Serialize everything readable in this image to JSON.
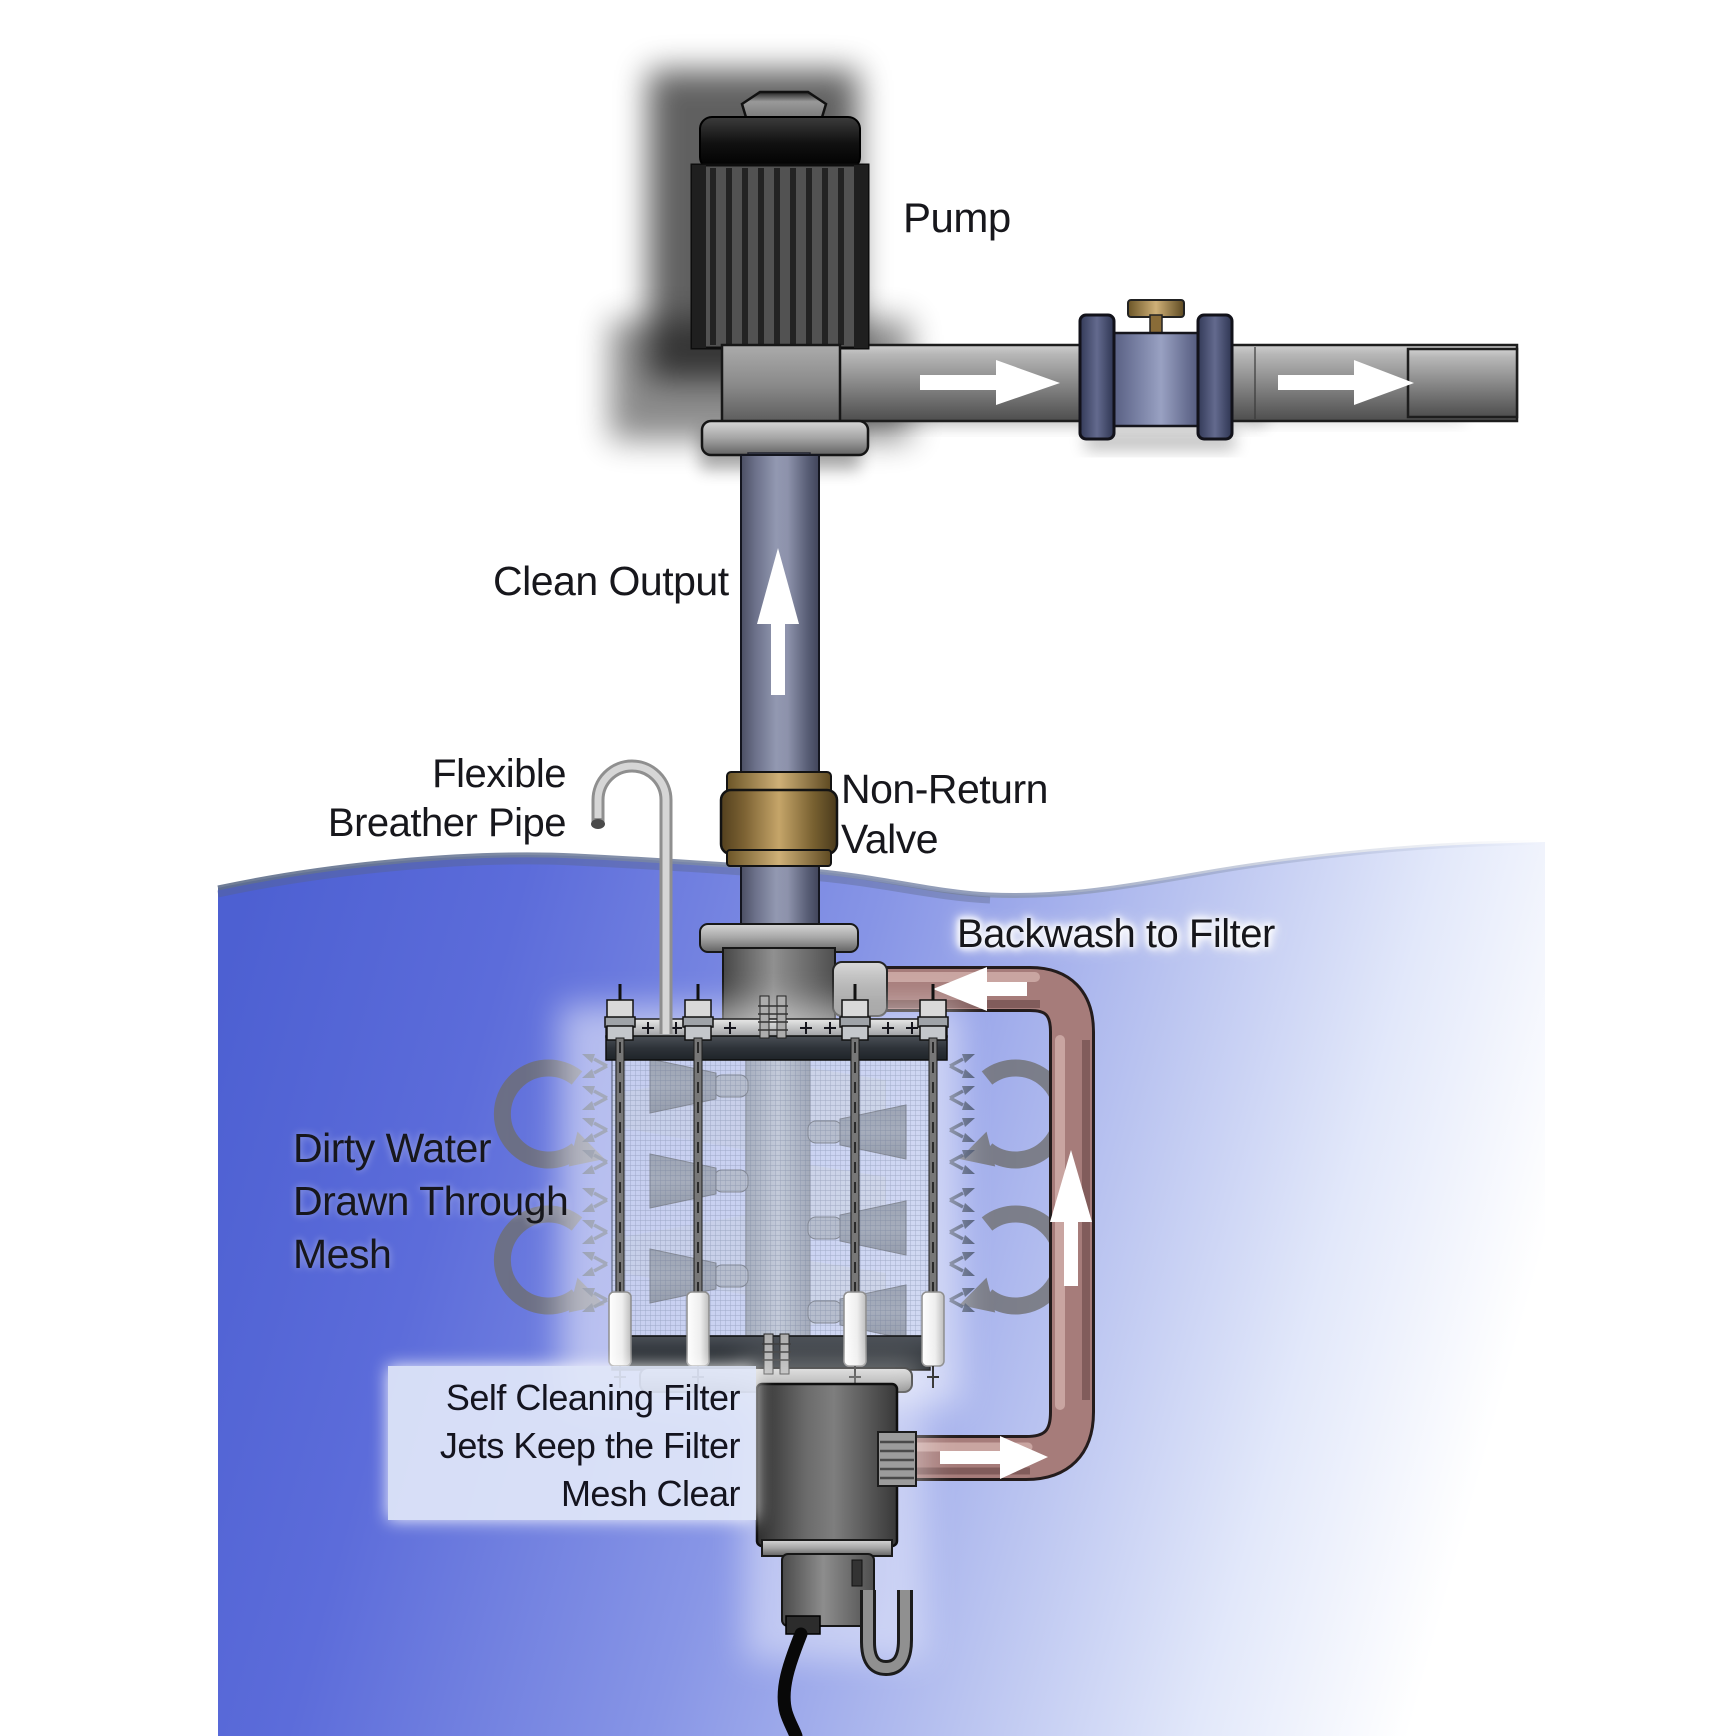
{
  "labels": {
    "pump": "Pump",
    "clean_output": "Clean Output",
    "flexible_breather_pipe": {
      "line1": "Flexible",
      "line2": "Breather Pipe"
    },
    "non_return_valve": {
      "line1": "Non-Return",
      "line2": "Valve"
    },
    "backwash_to_filter": "Backwash to Filter",
    "dirty_water": {
      "line1": "Dirty Water",
      "line2": "Drawn Through",
      "line3": "Mesh"
    },
    "self_cleaning": {
      "line1": "Self Cleaning Filter",
      "line2": "Jets Keep the Filter",
      "line3": "Mesh Clear"
    }
  },
  "flow_arrows": {
    "horizontal_output_pipe": "right",
    "clean_output_riser": "up",
    "backwash_top_segment": "left",
    "backwash_riser": "up",
    "backwash_bottom_segment": "right"
  },
  "colors": {
    "water_blue": "#4d60d2",
    "water_fade": "#ffffff",
    "pipe_gray": "#8f8f8f",
    "clean_pipe_blue_gray": "#9298b1",
    "valve_body_blue": "#99a1c2",
    "brass": "#c5a569",
    "backwash_pipe_mauve": "#a67c7a",
    "jet_arrow_slate": "#414d69",
    "swirl_arrow_gray": "#6e6e6e",
    "flow_arrow_white": "#ffffff",
    "label_text": "#17171c",
    "note_panel_bg": "#e1e7f9"
  }
}
